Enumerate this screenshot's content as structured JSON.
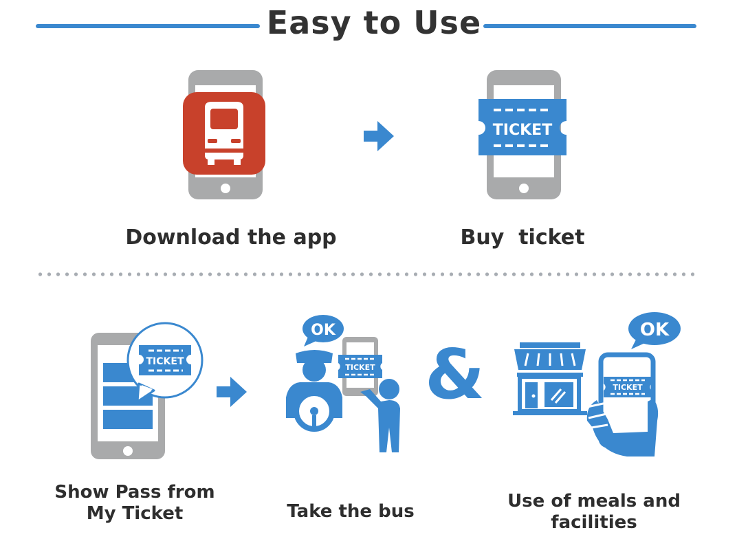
{
  "title": "Easy to Use",
  "steps_top": [
    {
      "caption": "Download the app"
    },
    {
      "caption": "Buy  ticket"
    }
  ],
  "steps_bottom": [
    {
      "caption_line1": "Show Pass from",
      "caption_line2": "My Ticket"
    },
    {
      "caption": "Take the bus"
    },
    {
      "caption_line1": "Use of meals and",
      "caption_line2": "facilities"
    }
  ],
  "ticket_label": "TICKET",
  "ok_label": "OK",
  "ampersand": "&",
  "colors": {
    "blue": "#3a88cf",
    "gray": "#a9aaab",
    "red": "#c8412b",
    "text": "#333333"
  },
  "icons": [
    "phone-icon",
    "train-icon",
    "ticket-icon",
    "arrow-right-icon",
    "speech-bubble-icon",
    "bus-driver-icon",
    "passenger-icon",
    "shop-icon",
    "hand-phone-icon"
  ]
}
